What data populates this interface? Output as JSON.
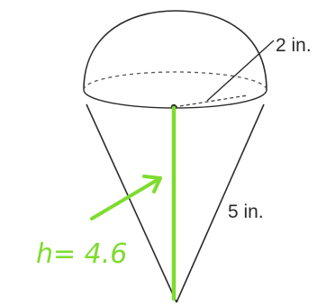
{
  "figure": {
    "radius_label": "2 in.",
    "slant_label": "5 in.",
    "height_annotation": "h= 4.6"
  },
  "colors": {
    "ink": "#2b2b2b",
    "annotation": "#7ddc2e",
    "background": "#ffffff"
  }
}
